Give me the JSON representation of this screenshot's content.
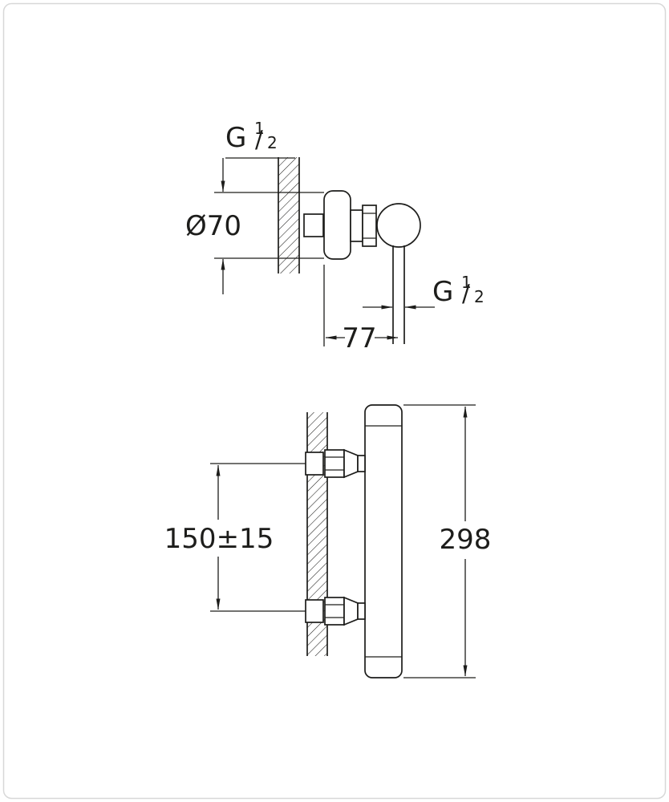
{
  "colors": {
    "line": "#1d1d1b",
    "background": "#ffffff",
    "border": "#d8d8d8"
  },
  "side_view": {
    "inlet_thread": {
      "base": "G",
      "numerator": "1",
      "slash": "/",
      "denominator": "2"
    },
    "escutcheon_diameter": "Ø70",
    "outlet_thread": {
      "base": "G",
      "numerator": "1",
      "slash": "/",
      "denominator": "2"
    },
    "wall_to_outlet": "77"
  },
  "front_view": {
    "connection_spacing": "150±15",
    "overall_height": "298"
  }
}
